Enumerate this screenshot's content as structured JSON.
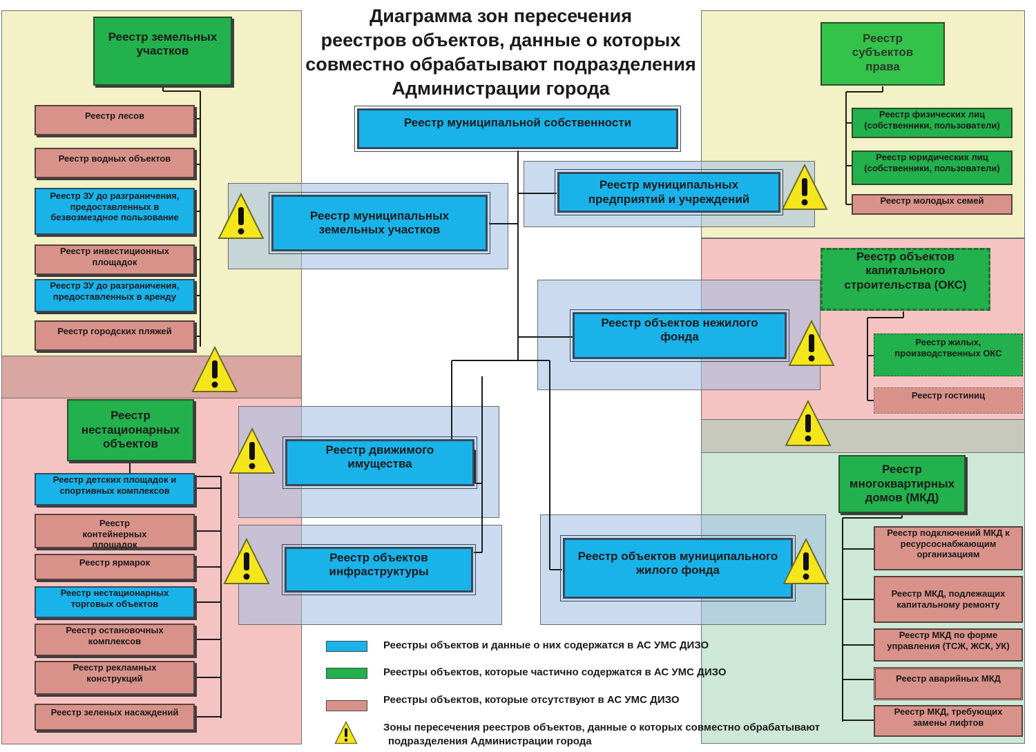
{
  "title": {
    "line1": "Диаграмма зон  пересечения",
    "line2": "реестров объектов, данные о которых",
    "line3": "совместно обрабатывают  подразделения",
    "line4": "Администрации города"
  },
  "center": {
    "main": "Реестр муниципальной собственности",
    "land": "Реестр муниципальных земельных участков",
    "enterprises": "Реестр муниципальных предприятий и учреждений",
    "nonresidential": "Реестр объектов нежилого фонда",
    "movable": "Реестр движимого имущества",
    "infrastructure": "Реестр объектов инфраструктуры",
    "housing": "Реестр объектов муниципального жилого фонда"
  },
  "land_plots": {
    "header": "Реестр земельных участков",
    "items": [
      "Реестр лесов",
      "Реестр водных объектов",
      "Реестр ЗУ до разграничения, предоставленных в безвозмездное пользование",
      "Реестр инвестиционных площадок",
      "Реестр ЗУ до разграничения, предоставленных в аренду",
      "Реестр городских  пляжей"
    ]
  },
  "nonstationary": {
    "header": "Реестр нестационарных объектов",
    "items": [
      "Реестр детских площадок и спортивных комплексов",
      "Реестр контейнерных площадок",
      "Реестр ярмарок",
      "Реестр нестационарных торговых объектов",
      "Реестр остановочных комплексов",
      "Реестр рекламных конструкций",
      "Реестр зеленых насаждений"
    ]
  },
  "subjects": {
    "header": "Реестр субъектов права",
    "items": [
      "Реестр физических лиц (собственники, пользователи)",
      "Реестр юридических лиц (собственники, пользователи)",
      "Реестр  молодых семей"
    ]
  },
  "oks": {
    "header": "Реестр объектов капитального строительства (ОКС)",
    "items": [
      "Реестр жилых, производственных  ОКС",
      "Реестр гостиниц"
    ]
  },
  "mkd": {
    "header": "Реестр многоквартирных домов (МКД)",
    "items": [
      "Реестр подключений МКД к ресурсоснабжающим организациям",
      "Реестр МКД, подлежащих капитальному ремонту",
      "Реестр МКД по форме управления (ТСЖ, ЖСК, УК)",
      "Реестр аварийных МКД",
      "Реестр МКД, требующих замены лифтов"
    ]
  },
  "legend": {
    "blue": "Реестры объектов и данные о них содержатся в АС УМС ДИЗО",
    "green": "Реестры объектов, которые частично содержатся в АС УМС ДИЗО",
    "pink": "Реестры объектов, которые отсутствуют в АС УМС ДИЗО",
    "warn_line1": "Зоны пересечения реестров объектов, данные о которых совместно обрабатывают",
    "warn_line2": "подразделения Администрации города"
  },
  "colors": {
    "blue": "#19b3ea",
    "green": "#22b14c",
    "pink": "#d9928a",
    "warning": "#f5e51b"
  }
}
